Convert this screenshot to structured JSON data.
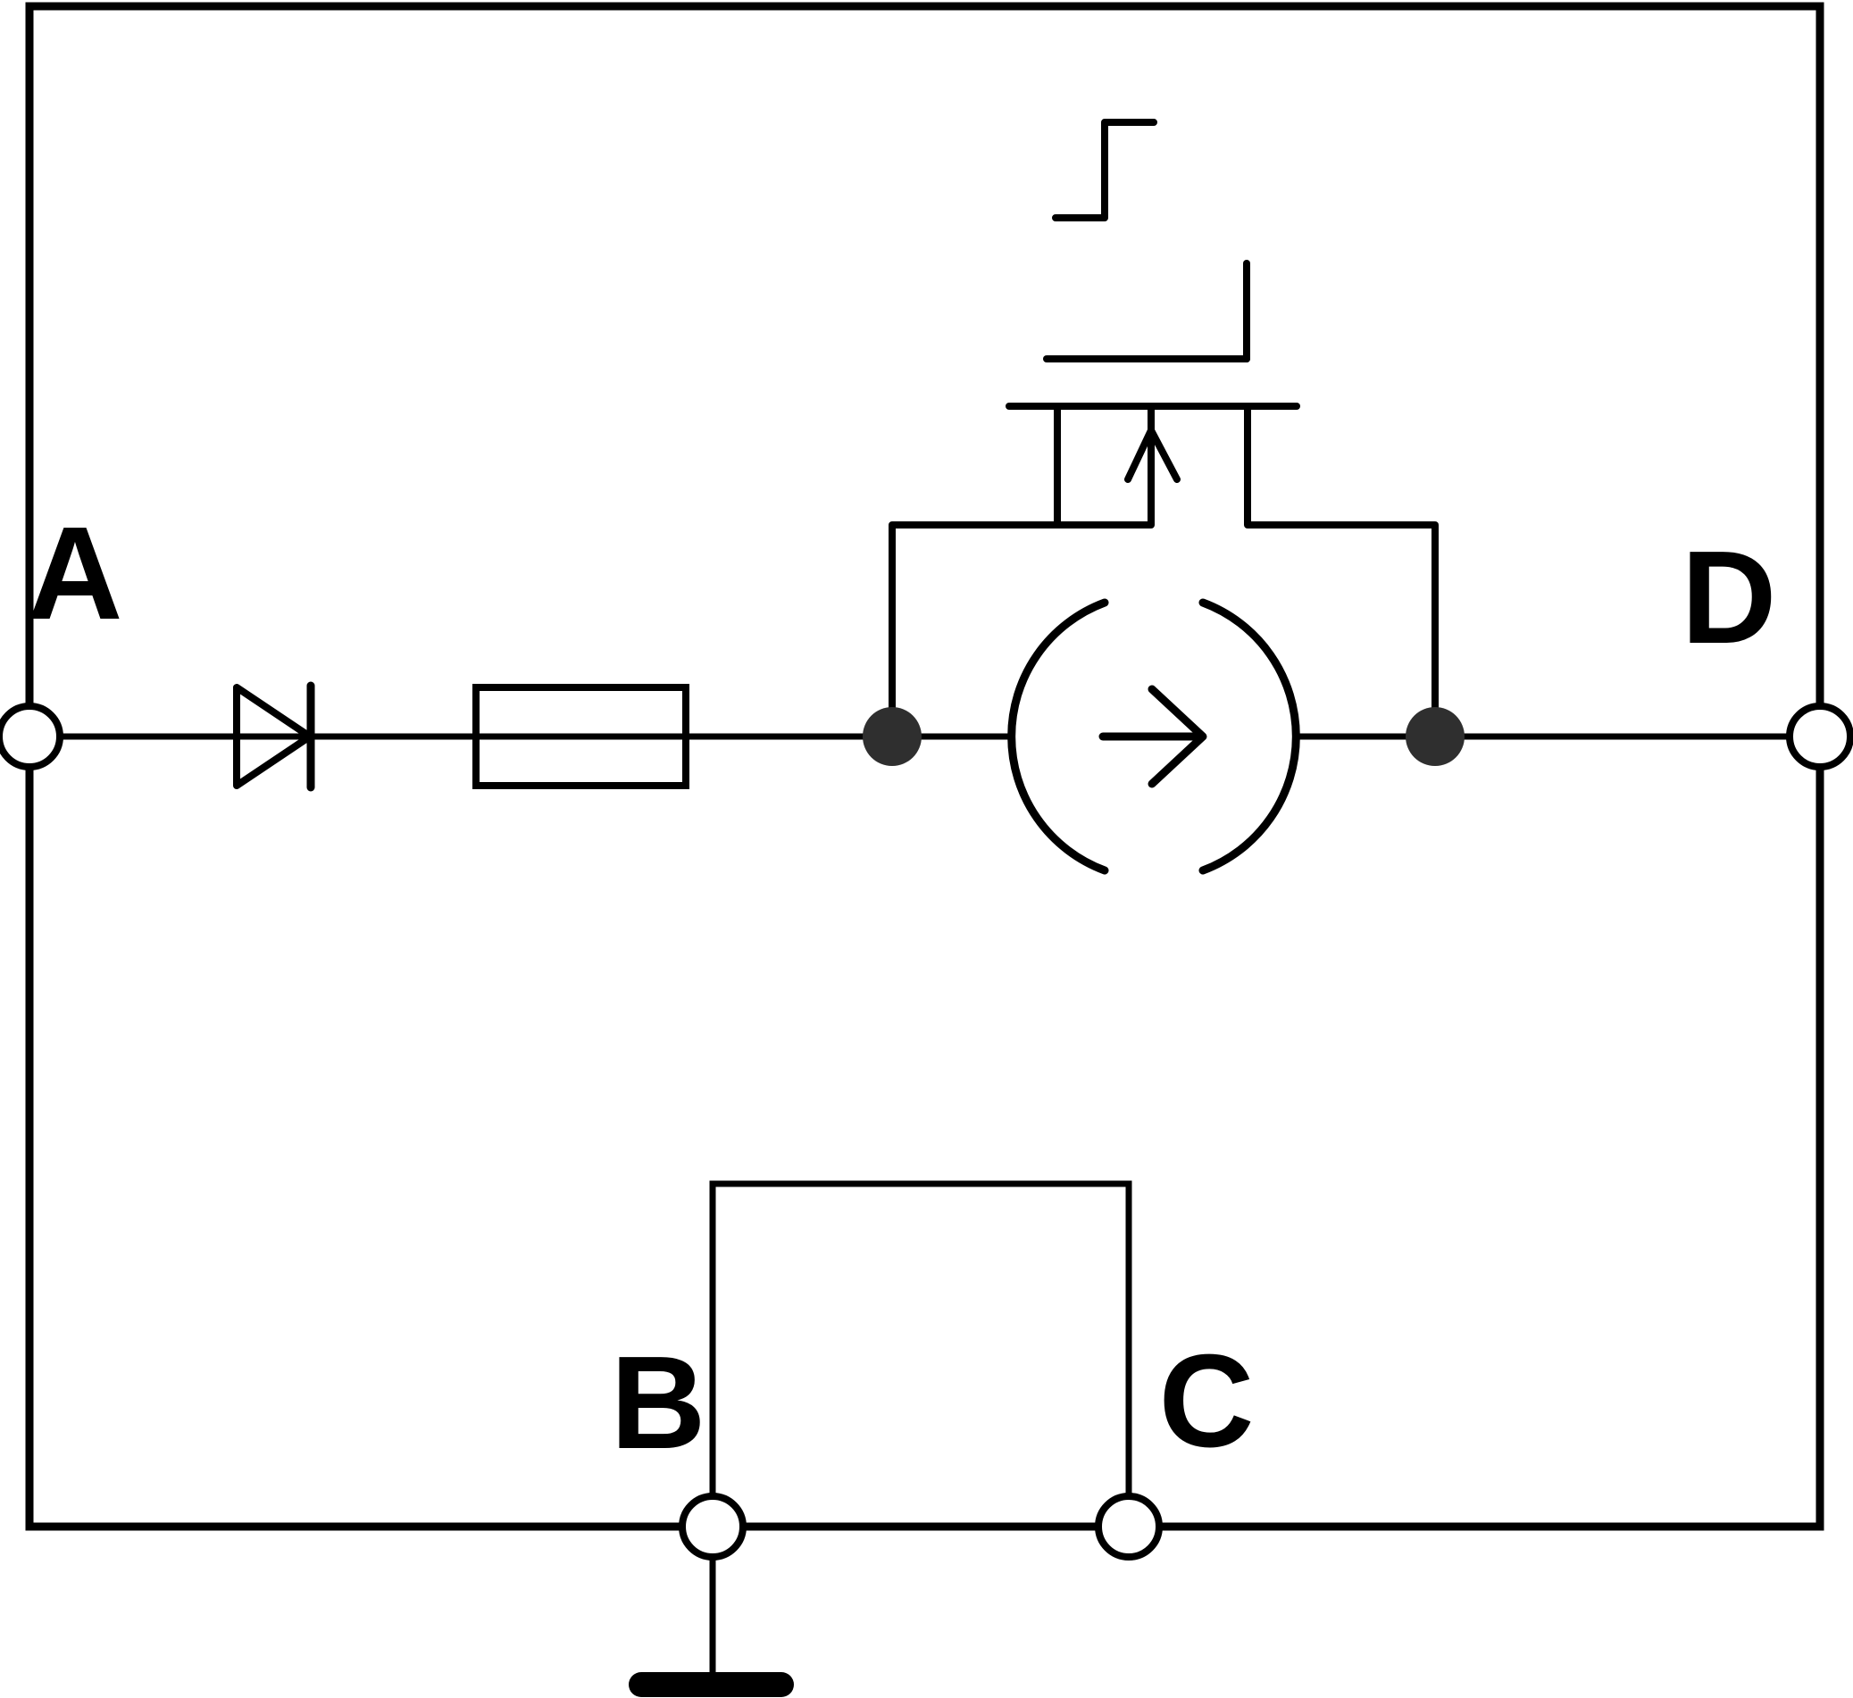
{
  "figure": {
    "type": "circuit-schematic",
    "background_color": "#ffffff",
    "stroke_color": "#000000",
    "junction_dot_color": "#2f2f2f",
    "terminals": {
      "a": {
        "label": "A"
      },
      "b": {
        "label": "B"
      },
      "c": {
        "label": "C"
      },
      "d": {
        "label": "D"
      }
    },
    "components": {
      "diode": "diode (anode left, cathode right)",
      "fuse": "fuse",
      "current_source": "current source, arrow pointing right",
      "switch": "normally-on electronic switch (MOSFET-style) bridging the current source",
      "step_input": "step-signal control input at gate",
      "ground": "ground reference below terminal B",
      "loop": "open rectangular loop between terminals B and C"
    }
  }
}
